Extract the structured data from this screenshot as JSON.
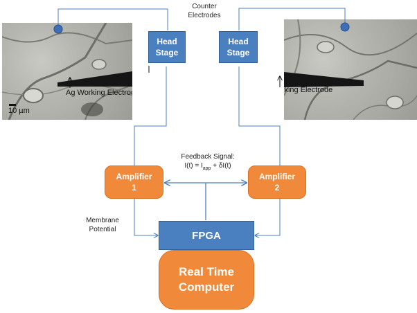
{
  "counter_electrodes_label": "Counter\nElectrodes",
  "left_image": {
    "working_electrode_label": "Ag Working Electrode",
    "scale_bar_label": "10 µm"
  },
  "right_image": {
    "working_electrode_label": "Ag Working Electrode"
  },
  "head_stage_left": "Head\nStage",
  "head_stage_right": "Head\nStage",
  "amplifier_1": "Amplifier\n1",
  "amplifier_2": "Amplifier\n2",
  "feedback_title": "Feedback Signal:",
  "feedback_eq": {
    "lhs": "I(t) = I",
    "sub": "app",
    "rhs": " + δI(t)"
  },
  "membrane_potential_label": "Membrane\nPotential",
  "fpga": "FPGA",
  "real_time_computer": "Real Time\nComputer",
  "colors": {
    "blue_box": "#4a7fc0",
    "orange_box": "#f08a3a",
    "connector": "#4a7fc0"
  }
}
